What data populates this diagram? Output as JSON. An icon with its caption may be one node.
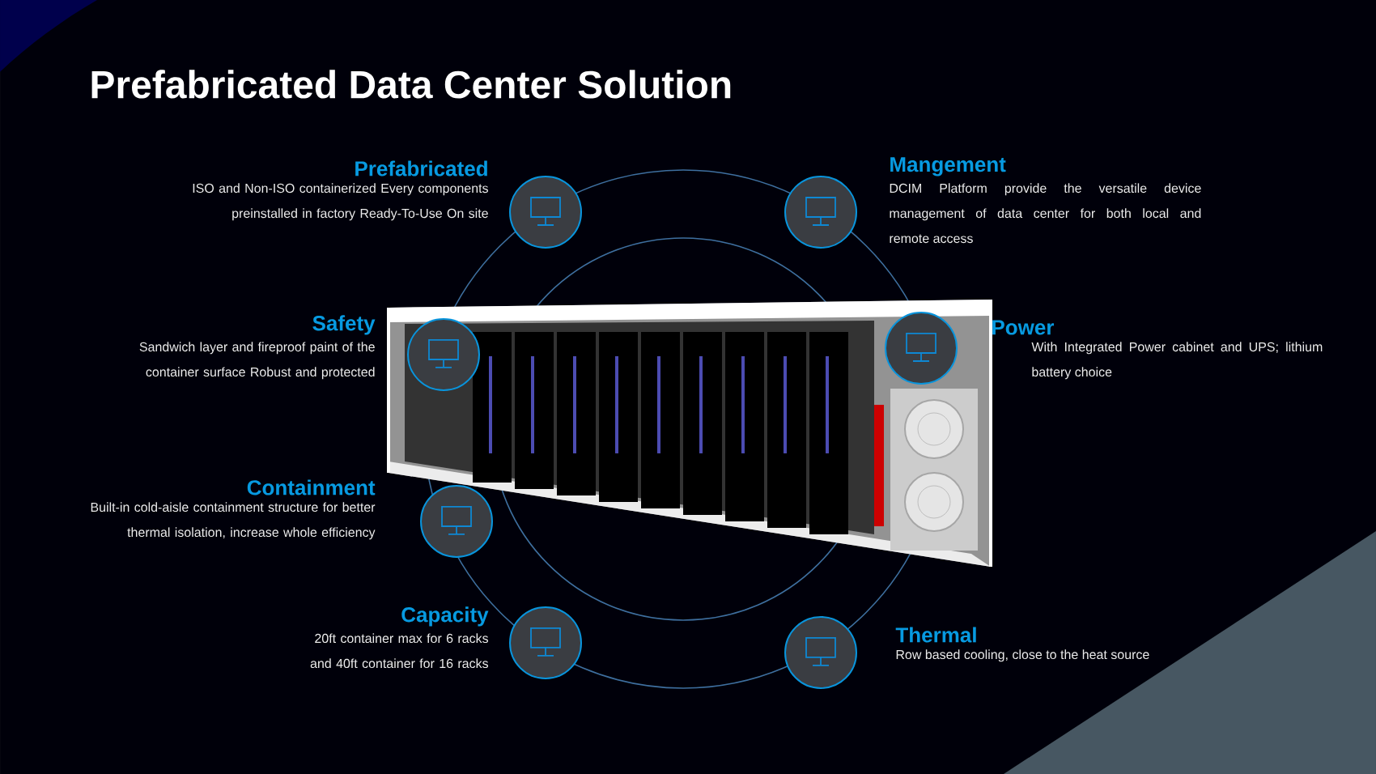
{
  "diagram": {
    "title": "Prefabricated Data Center Solution",
    "nodes": [
      {
        "text": [
          "Prefabricated",
          "ISO and Non-ISO containerized Every components preinstalled in factory Ready-To-Use On site"
        ]
      },
      {
        "text": [
          "Mangement",
          "DCIM Platform provide the versatile device management of data center for both local and remote access"
        ]
      },
      {
        "text": [
          "Safety",
          "Sandwich layer and fireproof paint of the container surface Robust and protected"
        ]
      },
      {
        "text": [
          "Power",
          "With Integrated Power cabinet and UPS; lithium battery choice"
        ]
      },
      {
        "text": [
          "Containment",
          "Built-in cold-aisle containment structure for better thermal isolation, increase whole efficiency"
        ]
      },
      {
        "text": [
          "Capacity",
          "20ft container max for 6 racks and 40ft container for 16 racks"
        ]
      },
      {
        "text": [
          "Thermal",
          "Row based cooling, close to the heat source"
        ]
      }
    ],
    "edges": []
  }
}
